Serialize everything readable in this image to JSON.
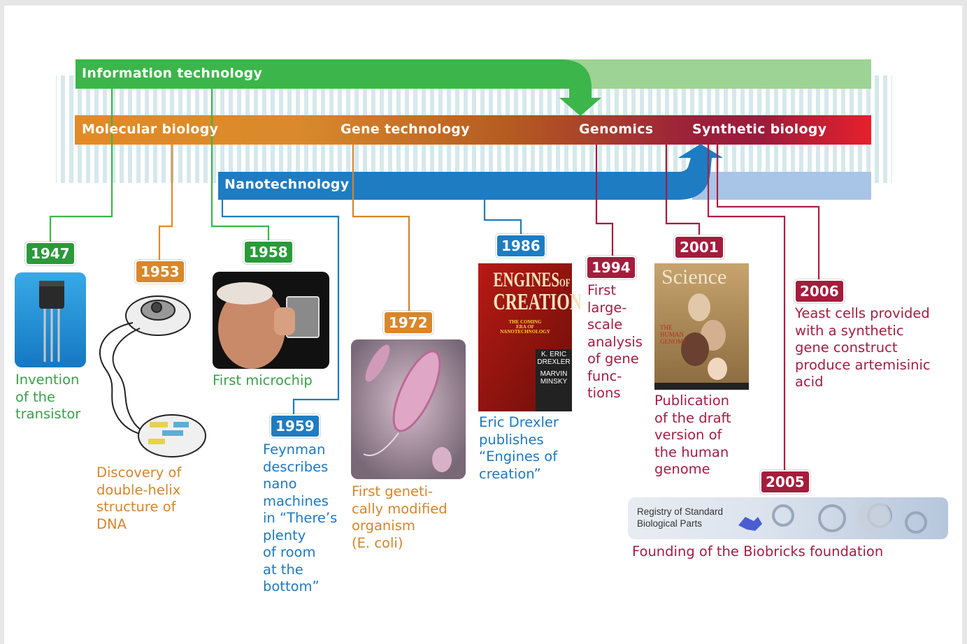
{
  "bands": {
    "information_technology": "Information technology",
    "molecular_biology": "Molecular biology",
    "gene_technology": "Gene technology",
    "genomics": "Genomics",
    "synthetic_biology": "Synthetic biology",
    "nanotechnology": "Nanotechnology"
  },
  "events": {
    "e1947": {
      "year": "1947",
      "caption": [
        "Invention",
        "of the",
        "transistor"
      ]
    },
    "e1953": {
      "year": "1953",
      "caption": [
        "Discovery of",
        "double-helix",
        "structure of",
        "DNA"
      ]
    },
    "e1958": {
      "year": "1958",
      "caption": [
        "First microchip"
      ]
    },
    "e1959": {
      "year": "1959",
      "caption": [
        "Feynman",
        "describes",
        "nano",
        "machines",
        "in “There’s",
        "plenty",
        "of room",
        "at the",
        "bottom”"
      ]
    },
    "e1972": {
      "year": "1972",
      "caption": [
        "First geneti-",
        "cally modified",
        "organism",
        "(E. coli)"
      ]
    },
    "e1986": {
      "year": "1986",
      "caption": [
        "Eric Drexler",
        "publishes",
        "“Engines of",
        "creation”"
      ]
    },
    "e1994": {
      "year": "1994",
      "caption": [
        "First",
        "large-",
        "scale",
        "analysis",
        "of gene",
        "func-",
        "tions"
      ]
    },
    "e2001": {
      "year": "2001",
      "caption": [
        "Publication",
        "of the draft",
        "version of",
        "the human",
        "genome"
      ]
    },
    "e2005": {
      "year": "2005",
      "caption": [
        "Founding of the Biobricks foundation"
      ]
    },
    "e2006": {
      "year": "2006",
      "caption": [
        "Yeast cells provided",
        "with a synthetic",
        "gene construct",
        "produce artemisinic",
        "acid"
      ]
    }
  },
  "images": {
    "book_title_1": "ENGINES",
    "book_title_2": "OF",
    "book_title_3": "CREATION",
    "book_subtitle_1": "THE COMING",
    "book_subtitle_2": "ERA OF",
    "book_subtitle_3": "NANOTECHNOLOGY",
    "book_author_1": "K. ERIC",
    "book_author_2": "DREXLER",
    "book_author_3": "MARVIN",
    "book_author_4": "MINSKY",
    "science_title": "Science",
    "science_sub_1": "THE",
    "science_sub_2": "HUMAN",
    "science_sub_3": "GENOME",
    "registry_line_1": "Registry of Standard",
    "registry_line_2": "Biological Parts"
  },
  "colors": {
    "it_green": "#3cb54a",
    "molbio_orange": "#e08a2a",
    "genomics_red": "#9e1e3e",
    "synbio_red": "#e4202e",
    "nano_blue": "#1e7cc2",
    "nano_light": "#a8c4e6",
    "it_light": "#9dd394"
  }
}
